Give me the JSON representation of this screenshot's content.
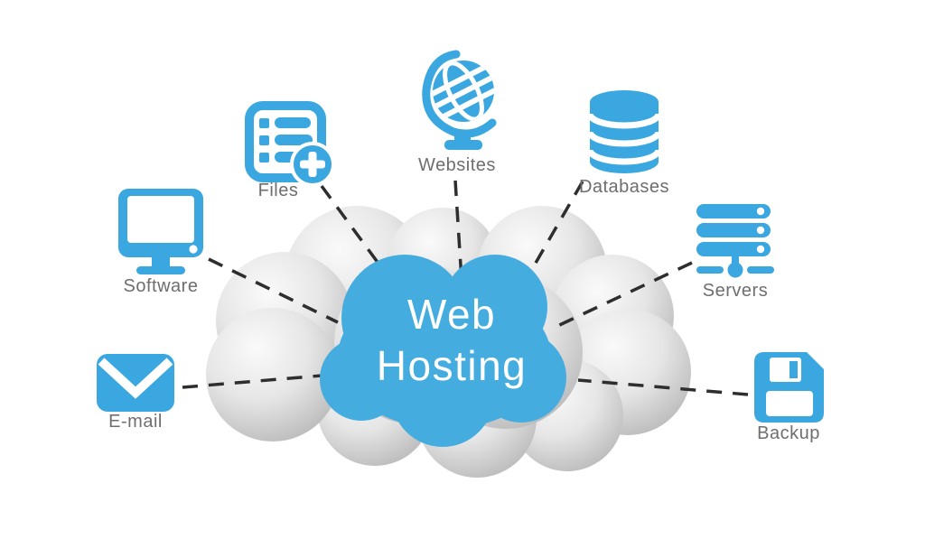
{
  "title": "Web Hosting",
  "center_cloud": {
    "line1": "Web",
    "line2": "Hosting"
  },
  "nodes": [
    {
      "id": "software",
      "label": "Software",
      "icon": "computer-monitor-icon"
    },
    {
      "id": "files",
      "label": "Files",
      "icon": "files-add-icon"
    },
    {
      "id": "websites",
      "label": "Websites",
      "icon": "globe-icon"
    },
    {
      "id": "databases",
      "label": "Databases",
      "icon": "database-icon"
    },
    {
      "id": "servers",
      "label": "Servers",
      "icon": "server-rack-icon"
    },
    {
      "id": "backup",
      "label": "Backup",
      "icon": "floppy-disk-icon"
    },
    {
      "id": "email",
      "label": "E-mail",
      "icon": "envelope-icon"
    }
  ],
  "colors": {
    "icon_blue": "#3aa7e0",
    "cloud_blue": "#45acdf",
    "label_gray": "#6e6e6e",
    "connector_dark": "#2e2e2e",
    "cloud_gray_light": "#fafafa",
    "cloud_gray_dark": "#b8b8b8",
    "background": "#ffffff"
  }
}
